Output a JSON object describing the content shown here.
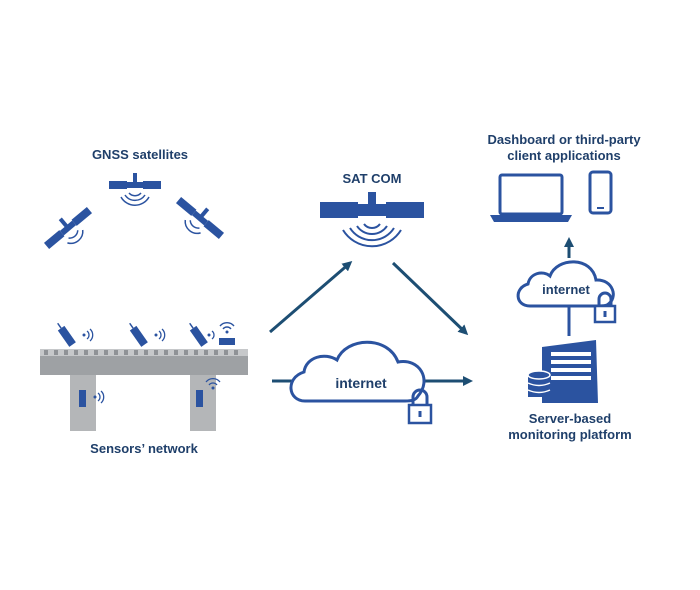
{
  "labels": {
    "gnss": "GNSS satellites",
    "satcom": "SAT COM",
    "dashboard_line1": "Dashboard or third-party",
    "dashboard_line2": "client applications",
    "internet_main": "internet",
    "internet_small": "internet",
    "server_line1": "Server-based",
    "server_line2": "monitoring platform",
    "sensors": "Sensors’ network"
  },
  "colors": {
    "primary_blue": "#2b53a0",
    "navy_text": "#1f3f6a",
    "arrow_teal": "#1d4e73",
    "cloud_fill": "#ffffff",
    "bridge_gray": "#9ea1a4",
    "bridge_light": "#c6c8ca"
  },
  "icons": [
    "satellite-icon",
    "laptop-icon",
    "phone-icon",
    "cloud-icon",
    "padlock-icon",
    "server-icon",
    "database-icon",
    "wifi-icon",
    "sensor-icon",
    "router-icon"
  ]
}
